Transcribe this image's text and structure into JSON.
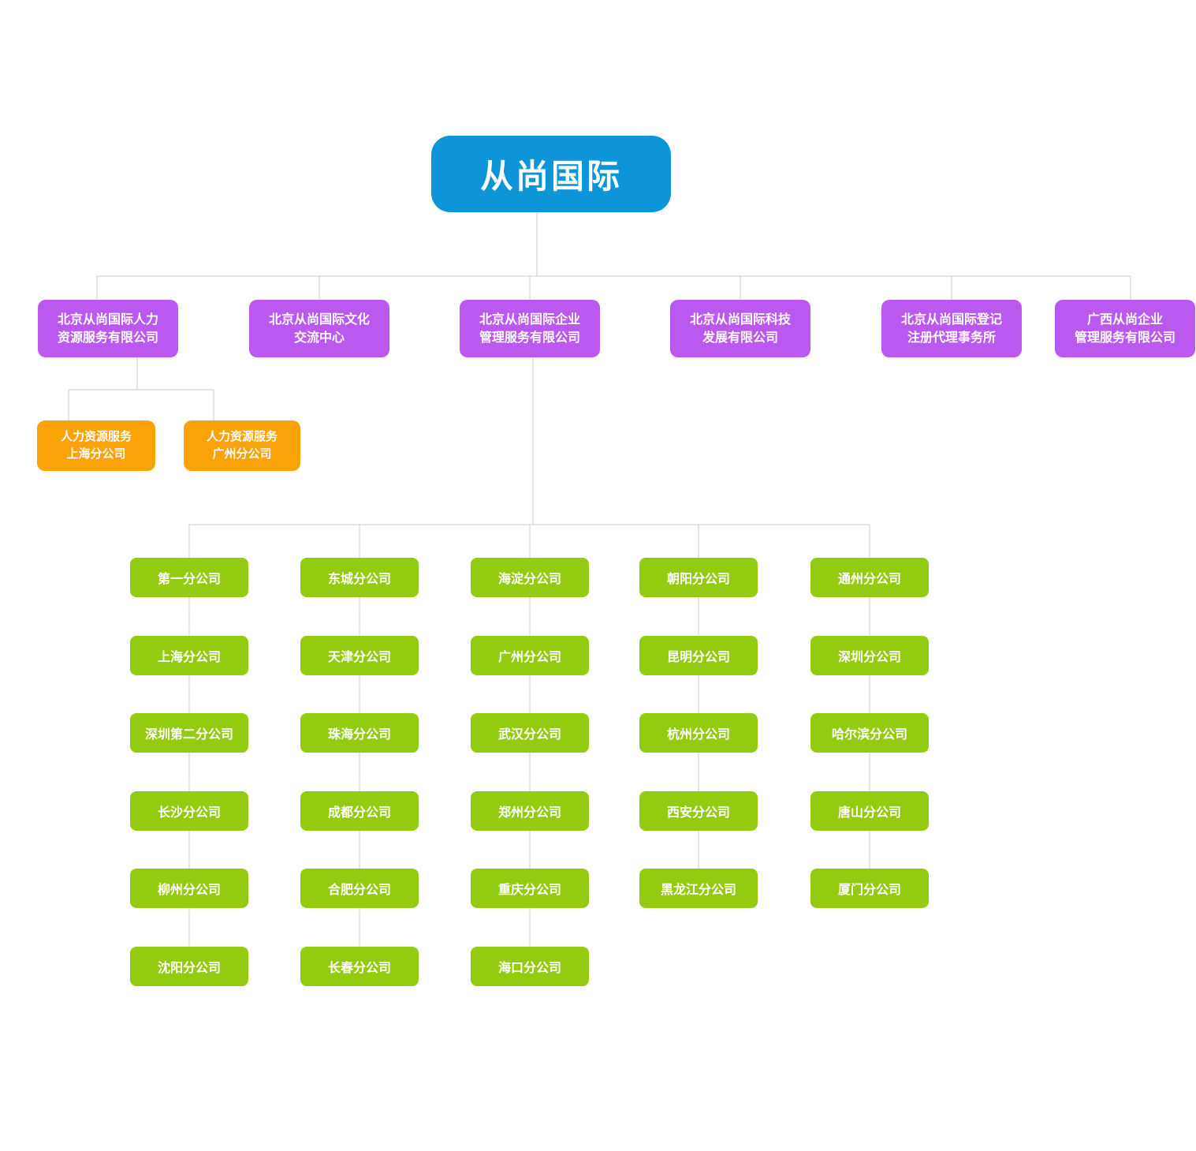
{
  "colors": {
    "root_blue": "#0e95d9",
    "subsidiary_purple": "#bb58f0",
    "hr_branch_orange": "#faa207",
    "branch_green": "#93cb11",
    "connector_gray": "#cccccc",
    "text_white": "#ffffff",
    "background": "#ffffff"
  },
  "root": {
    "label": "从尚国际"
  },
  "subsidiaries": [
    {
      "label": "北京从尚国际人力\n资源服务有限公司"
    },
    {
      "label": "北京从尚国际文化\n交流中心"
    },
    {
      "label": "北京从尚国际企业\n管理服务有限公司"
    },
    {
      "label": "北京从尚国际科技\n发展有限公司"
    },
    {
      "label": "北京从尚国际登记\n注册代理事务所"
    },
    {
      "label": "广西从尚企业\n管理服务有限公司"
    }
  ],
  "hr_branches": [
    {
      "label": "人力资源服务\n上海分公司"
    },
    {
      "label": "人力资源服务\n广州分公司"
    }
  ],
  "management_branch_columns": [
    [
      "第一分公司",
      "上海分公司",
      "深圳第二分公司",
      "长沙分公司",
      "柳州分公司",
      "沈阳分公司"
    ],
    [
      "东城分公司",
      "天津分公司",
      "珠海分公司",
      "成都分公司",
      "合肥分公司",
      "长春分公司"
    ],
    [
      "海淀分公司",
      "广州分公司",
      "武汉分公司",
      "郑州分公司",
      "重庆分公司",
      "海口分公司"
    ],
    [
      "朝阳分公司",
      "昆明分公司",
      "杭州分公司",
      "西安分公司",
      "黑龙江分公司"
    ],
    [
      "通州分公司",
      "深圳分公司",
      "哈尔滨分公司",
      "唐山分公司",
      "厦门分公司"
    ]
  ]
}
